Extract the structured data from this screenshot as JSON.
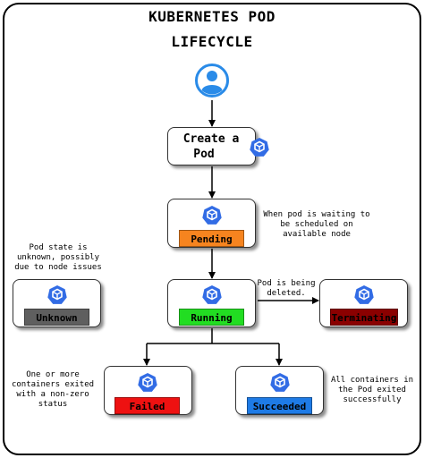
{
  "title": {
    "line1": "KUBERNETES POD",
    "line2": "LIFECYCLE"
  },
  "start": {
    "icon": "user-icon",
    "box_line1": "Create a",
    "box_line2": "Pod",
    "box_icon": "kubernetes-pod-icon"
  },
  "states": {
    "pending": {
      "label": "Pending",
      "color": "#f6841f",
      "icon": "kubernetes-pod-icon"
    },
    "running": {
      "label": "Running",
      "color": "#22dd22",
      "icon": "kubernetes-pod-icon"
    },
    "unknown": {
      "label": "Unknown",
      "color": "#5f5f5f",
      "icon": "kubernetes-pod-icon"
    },
    "terminating": {
      "label": "Terminating",
      "color": "#8b0000",
      "icon": "kubernetes-pod-icon"
    },
    "failed": {
      "label": "Failed",
      "color": "#ee1111",
      "icon": "kubernetes-pod-icon"
    },
    "succeeded": {
      "label": "Succeeded",
      "color": "#1e7be6",
      "icon": "kubernetes-pod-icon"
    }
  },
  "notes": {
    "pending": [
      "When pod is waiting to",
      "be scheduled on",
      "available node"
    ],
    "unknown": [
      "Pod state is",
      "unknown, possibly",
      "due to node issues"
    ],
    "terminating": [
      "Pod is being",
      "deleted."
    ],
    "failed": [
      "One or more",
      "containers exited",
      "with a non-zero",
      "status"
    ],
    "succeeded": [
      "All containers in",
      "the Pod exited",
      "successfully"
    ]
  },
  "colors": {
    "k8s_blue": "#326ce5",
    "user_blue": "#2a8be8",
    "arrow": "#000000"
  }
}
